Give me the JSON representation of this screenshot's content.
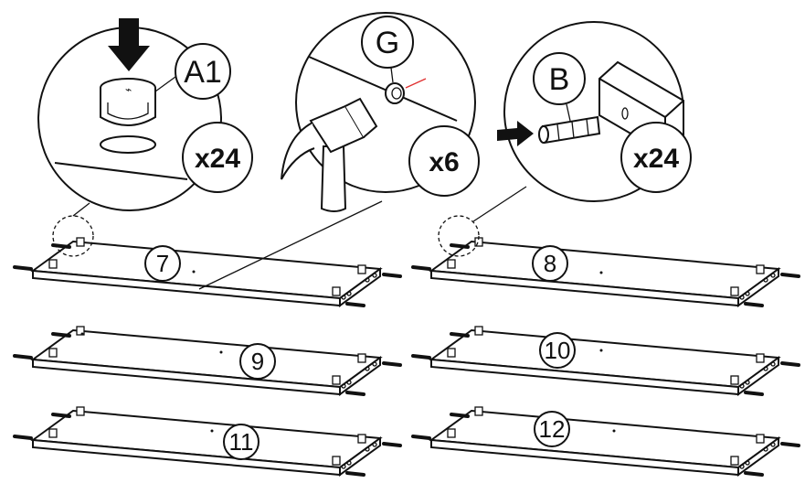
{
  "callouts": {
    "cam_lock": {
      "part_label": "A1",
      "quantity": "x24"
    },
    "nail": {
      "part_label": "G",
      "quantity": "x6"
    },
    "dowel": {
      "part_label": "B",
      "quantity": "x24"
    }
  },
  "panels": [
    {
      "number": "7"
    },
    {
      "number": "8"
    },
    {
      "number": "9"
    },
    {
      "number": "10"
    },
    {
      "number": "11"
    },
    {
      "number": "12"
    }
  ],
  "colors": {
    "line": "#111111",
    "background": "#ffffff",
    "accent_red": "#e03030"
  },
  "icons": [
    "down-arrow-icon",
    "hammer-icon",
    "dowel-icon",
    "cam-lock-icon",
    "nail-icon",
    "right-arrow-icon"
  ]
}
